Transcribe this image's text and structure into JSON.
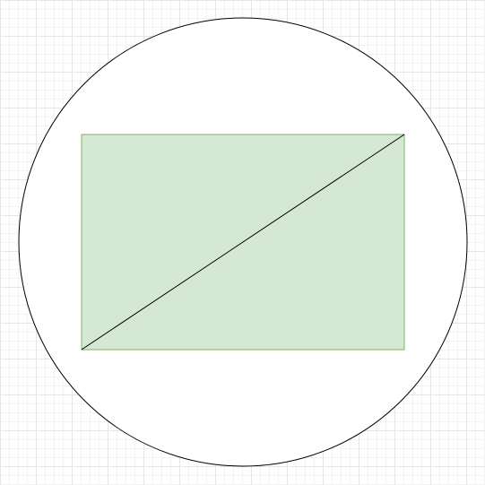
{
  "diagram": {
    "background": "grid",
    "colors": {
      "circle_fill": "#ffffff",
      "circle_stroke": "#000000",
      "rect_fill": "#d5e8d4",
      "rect_stroke": "#82b366",
      "diagonal_stroke": "#000000"
    },
    "shapes": [
      "circle",
      "rectangle",
      "diagonal-line"
    ]
  }
}
